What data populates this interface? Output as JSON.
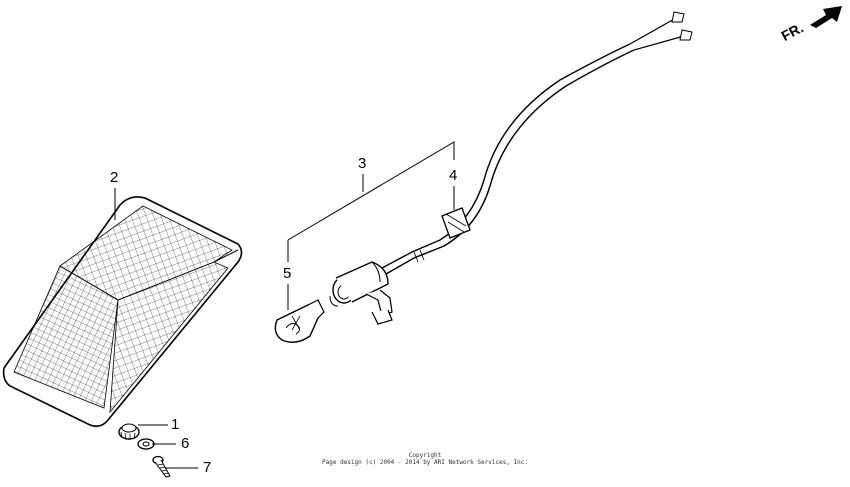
{
  "direction_label": "FR.",
  "callouts": {
    "c1": "1",
    "c2": "2",
    "c3": "3",
    "c4": "4",
    "c5": "5",
    "c6": "6",
    "c7": "7"
  },
  "copyright": {
    "line1": "Copyright",
    "line2": "Page design (c) 2004 - 2014 by ARI Network Services, Inc."
  }
}
